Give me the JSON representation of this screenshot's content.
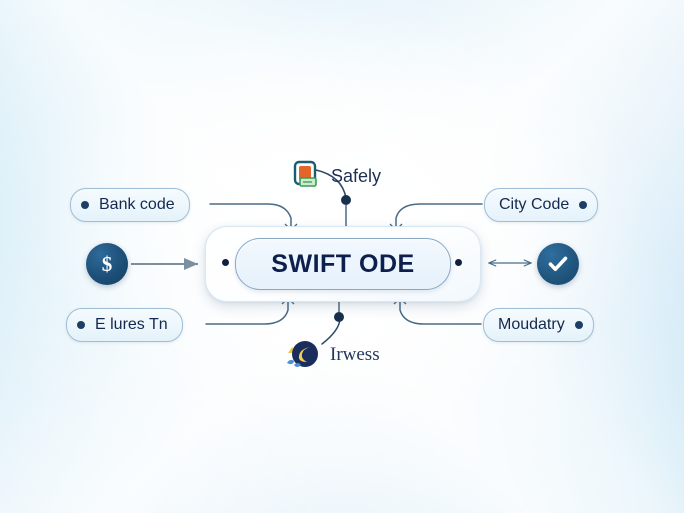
{
  "diagram": {
    "type": "mind-map",
    "center": {
      "label": "SWIFT ODE",
      "shape": "rounded-pill-in-card"
    },
    "branches": [
      {
        "id": "bank-code",
        "label": "Bank code",
        "side": "left",
        "position": "upper-left",
        "bullet": "dot"
      },
      {
        "id": "fees",
        "label": "E lures Tn",
        "side": "left",
        "position": "lower-left",
        "bullet": "dot"
      },
      {
        "id": "city-code",
        "label": "City Code",
        "side": "right",
        "position": "upper-right",
        "bullet": "dot"
      },
      {
        "id": "mandatory",
        "label": "Moudatry",
        "side": "right",
        "position": "lower-right",
        "bullet": "dot"
      }
    ],
    "satellites": [
      {
        "id": "safely",
        "label": "Safely",
        "icon": "payment-terminal-icon",
        "position": "top"
      },
      {
        "id": "irwess",
        "label": "Irwess",
        "icon": "moon-badge-icon",
        "position": "bottom"
      }
    ],
    "side_icons": [
      {
        "id": "dollar",
        "icon": "dollar-sign-icon",
        "glyph": "$",
        "position": "left",
        "arrow": "single-right"
      },
      {
        "id": "check",
        "icon": "check-mark-icon",
        "glyph": "✓",
        "position": "right",
        "arrow": "double-headed"
      }
    ],
    "colors": {
      "background_blue": "#aedcf0",
      "background_white": "#ffffff",
      "center_text": "#0d1f4c",
      "pill_border": "#9fbdd4",
      "pill_text": "#14294d",
      "icon_circle": "#1d4f78",
      "connector": "#4b6b86",
      "accent_orange": "#e2662a",
      "accent_green": "#6cbf73",
      "accent_yellow": "#e8c84a"
    }
  }
}
